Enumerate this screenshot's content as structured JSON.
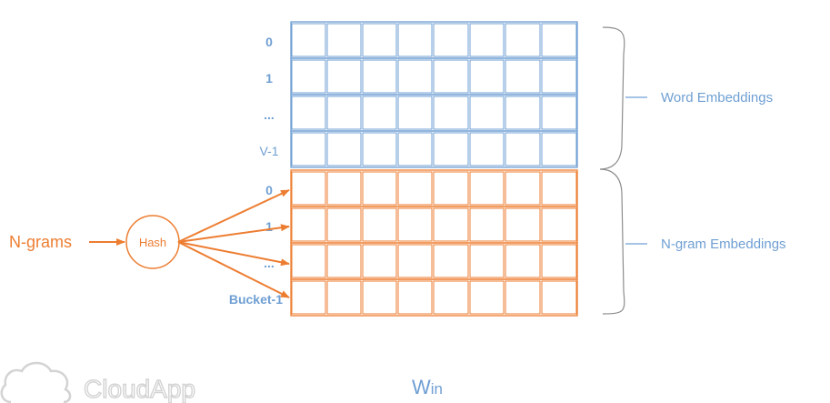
{
  "colors": {
    "word": "#6f9fd3",
    "ngram": "#ed7d31",
    "brace": "#8c8c8c",
    "watermark": "#d3d3d3"
  },
  "word_rows": [
    {
      "label": "0",
      "bold": true
    },
    {
      "label": "1",
      "bold": true
    },
    {
      "label": "...",
      "bold": true
    },
    {
      "label": "V-1",
      "bold": false
    }
  ],
  "ngram_rows": [
    {
      "label": "0",
      "bold": true
    },
    {
      "label": "1",
      "bold": true
    },
    {
      "label": "...",
      "bold": true
    },
    {
      "label": "Bucket-1",
      "bold": true
    }
  ],
  "word_section_label": "Word Embeddings",
  "ngram_section_label": "N-gram Embeddings",
  "input_label": "N-grams",
  "hash_label": "Hash",
  "matrix_label": {
    "main": "W",
    "sub": "in"
  },
  "watermark": "CloudApp"
}
